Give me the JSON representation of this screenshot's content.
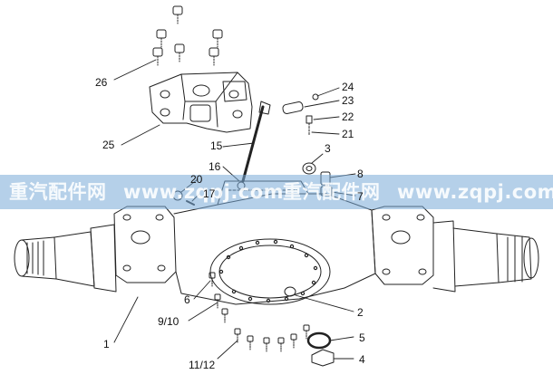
{
  "diagram": {
    "callouts": {
      "c1": "1",
      "c2": "2",
      "c3": "3",
      "c4": "4",
      "c5": "5",
      "c6": "6",
      "c7": "7",
      "c8": "8",
      "c9_10": "9/10",
      "c11_12": "11/12",
      "c15": "15",
      "c16": "16",
      "c17": "17",
      "c20": "20",
      "c21": "21",
      "c22": "22",
      "c23": "23",
      "c24": "24",
      "c25": "25",
      "c26": "26"
    }
  },
  "watermark": {
    "segments": [
      "重汽配件网",
      "www.zqpj.com",
      "重汽配件网",
      "www.zqpj.com"
    ],
    "band_color": "#78aad7"
  },
  "colors": {
    "line": "#222222",
    "paper": "#ffffff"
  }
}
